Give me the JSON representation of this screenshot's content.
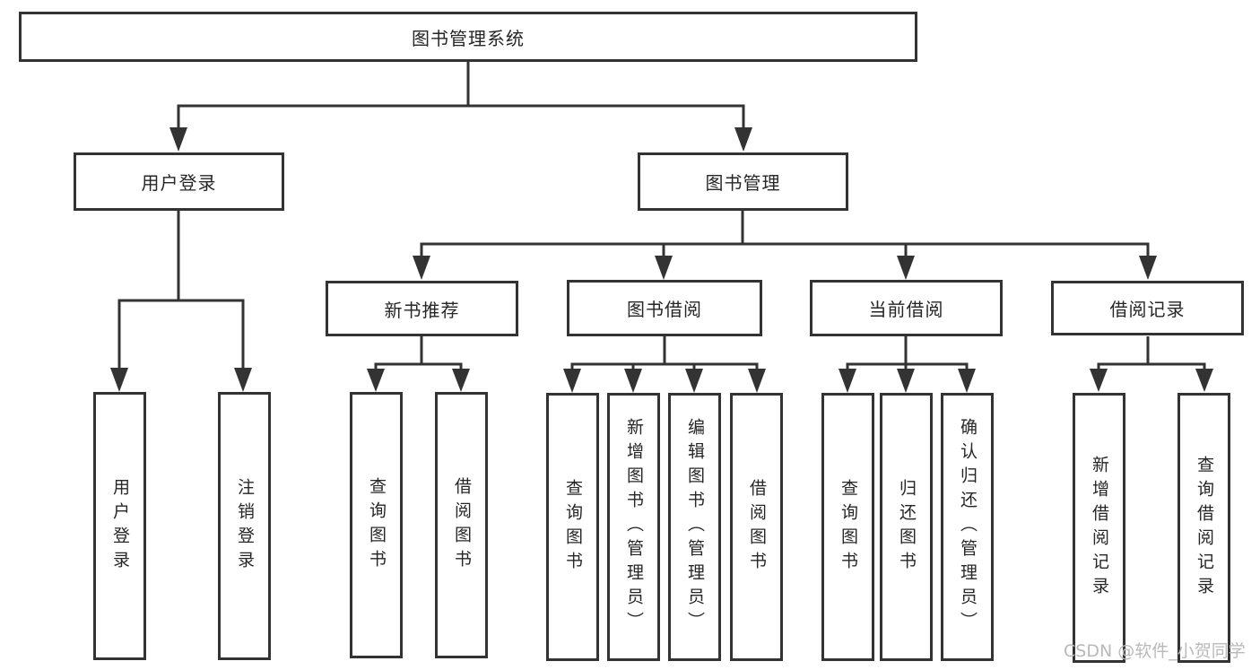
{
  "diagram": {
    "root": {
      "label": "图书管理系统"
    },
    "branches": [
      {
        "label": "用户登录",
        "children": [
          {
            "label": "用户登录"
          },
          {
            "label": "注销登录"
          }
        ]
      },
      {
        "label": "图书管理",
        "groups": [
          {
            "label": "新书推荐",
            "children": [
              {
                "label": "查询图书"
              },
              {
                "label": "借阅图书"
              }
            ]
          },
          {
            "label": "图书借阅",
            "children": [
              {
                "label": "查询图书"
              },
              {
                "label": "新增图书（管理员）"
              },
              {
                "label": "编辑图书（管理员）"
              },
              {
                "label": "借阅图书"
              }
            ]
          },
          {
            "label": "当前借阅",
            "children": [
              {
                "label": "查询图书"
              },
              {
                "label": "归还图书"
              },
              {
                "label": "确认归还（管理员）"
              }
            ]
          },
          {
            "label": "借阅记录",
            "children": [
              {
                "label": "新增借阅记录"
              },
              {
                "label": "查询借阅记录"
              }
            ]
          }
        ]
      }
    ]
  },
  "watermark": {
    "text": "CSDN @软件_小贺同学"
  },
  "colors": {
    "line": "#333333",
    "text": "#262626",
    "watermark": "#b9b9b9",
    "background": "#ffffff"
  }
}
